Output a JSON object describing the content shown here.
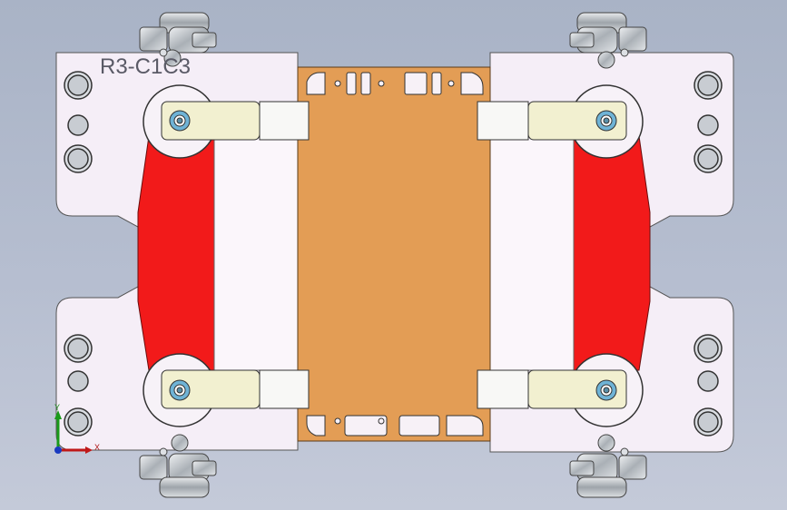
{
  "viewport": {
    "part_label": "R3-C1C3",
    "axis": {
      "x_label": "X",
      "y_label": "Y"
    }
  },
  "colors": {
    "background_top": "#a9b3c6",
    "background_bottom": "#c4cad9",
    "frame_plate": "#f5eef7",
    "red_block": "#f21a1a",
    "center_board": "#e39d55",
    "arm": "#f2f0d0",
    "fitting": "#c9ccd0",
    "bolt_ring": "#6fb3d6"
  },
  "icons": {
    "triad": "xyz-triad-icon"
  }
}
